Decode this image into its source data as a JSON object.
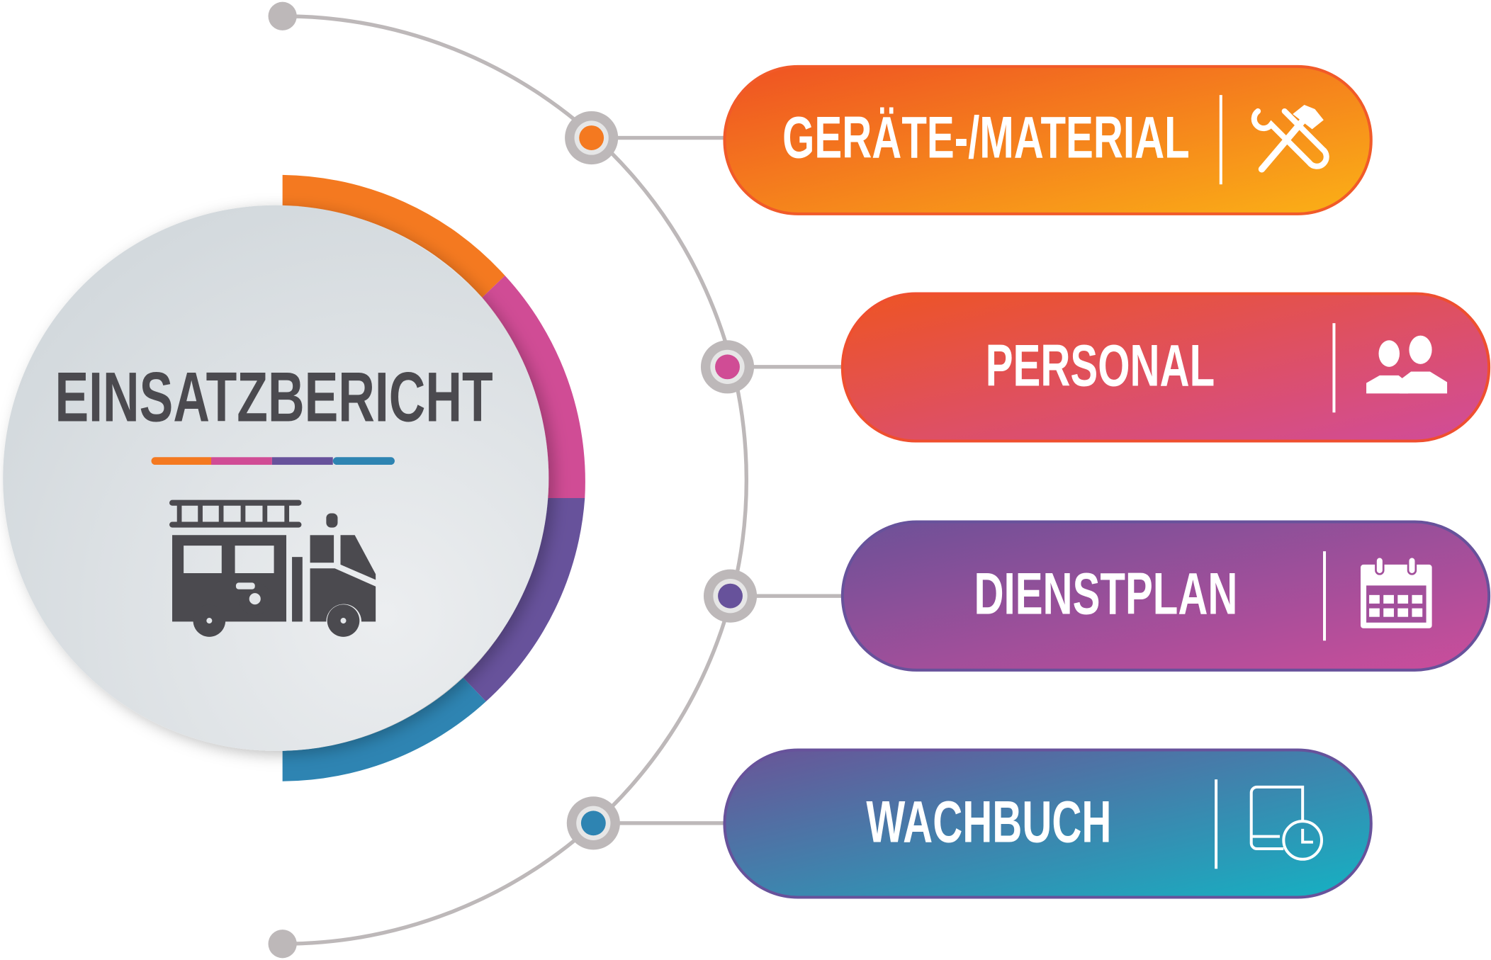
{
  "center": {
    "title": "EINSATZBERICHT",
    "icon": "fire-truck-icon"
  },
  "colors": {
    "orange": "#f47920",
    "pink": "#d04c95",
    "purple": "#67529b",
    "blue": "#2e84b2",
    "text": "#4b4a4f",
    "connector": "#bdb8b9"
  },
  "items": [
    {
      "label": "GERÄTE-/MATERIAL",
      "icon": "tools-icon",
      "from": "#ef5223",
      "to": "#fbb116"
    },
    {
      "label": "PERSONAL",
      "icon": "people-icon",
      "from": "#ee5423",
      "to": "#d04c9b"
    },
    {
      "label": "DIENSTPLAN",
      "icon": "calendar-icon",
      "from": "#6c5198",
      "to": "#cc4d9b"
    },
    {
      "label": "WACHBUCH",
      "icon": "logbook-clock-icon",
      "from": "#6a5497",
      "to": "#14b2c3"
    }
  ]
}
